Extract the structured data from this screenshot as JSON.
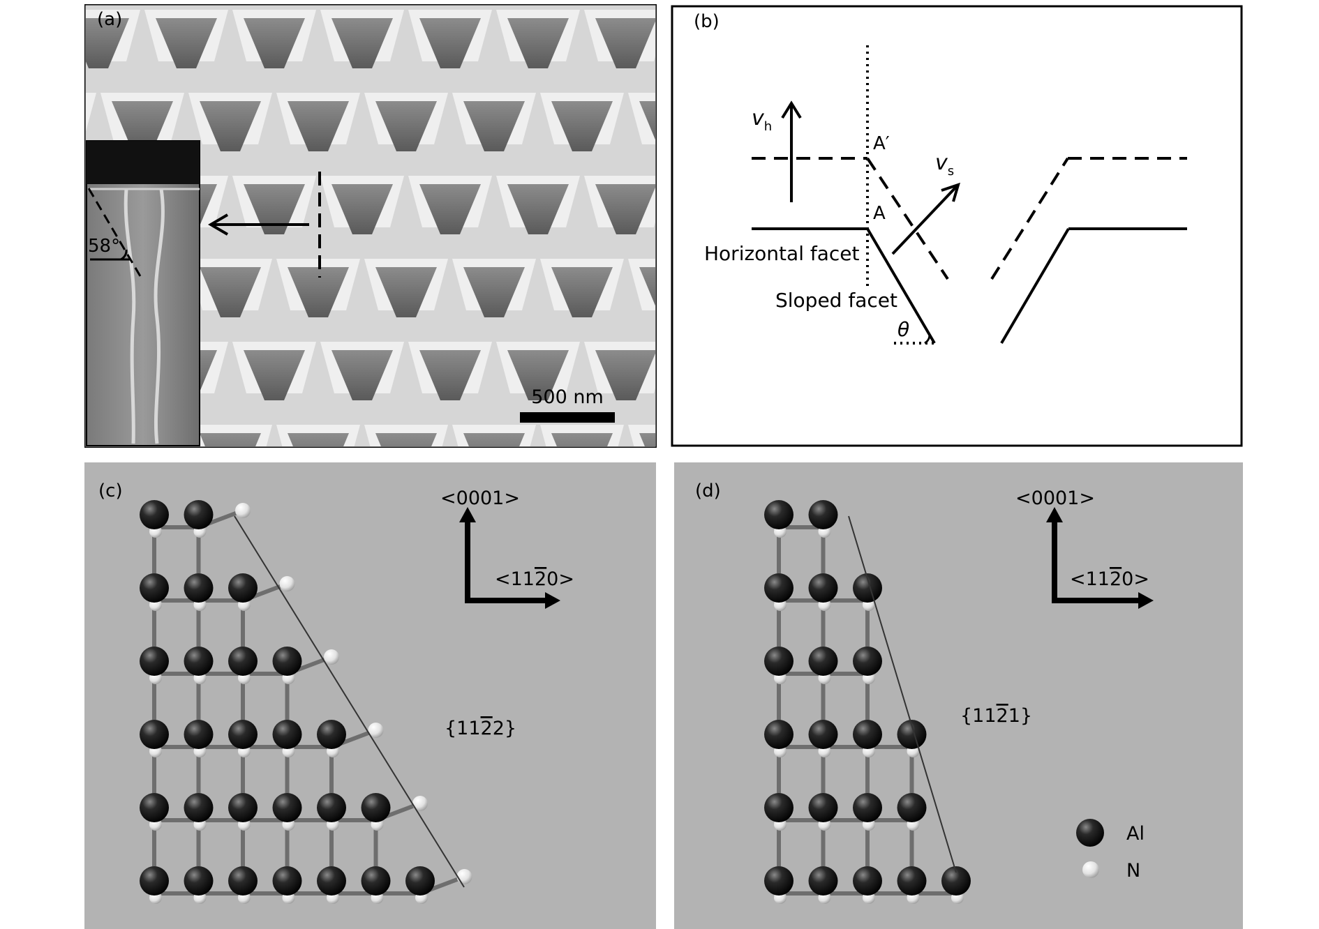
{
  "panels": {
    "a": {
      "label": "(a)",
      "angle_label": "58°",
      "scale_bar_label": "500 nm"
    },
    "b": {
      "label": "(b)",
      "vh_base": "v",
      "vh_sub": "h",
      "vs_base": "v",
      "vs_sub": "s",
      "a_prime": "A′",
      "a_point": "A",
      "horizontal_facet": "Horizontal facet",
      "sloped_facet": "Sloped facet",
      "theta": "θ"
    },
    "c": {
      "label": "(c)",
      "axis_up": "<0001>",
      "axis_right_pre": "<11",
      "axis_right_bar": "2",
      "axis_right_post": "0>",
      "plane_pre": "{11",
      "plane_bar": "2",
      "plane_post": "2}"
    },
    "d": {
      "label": "(d)",
      "axis_up": "<0001>",
      "axis_right_pre": "<11",
      "axis_right_bar": "2",
      "axis_right_post": "0>",
      "plane_pre": "{11",
      "plane_bar": "2",
      "plane_post": "1}",
      "legend_al": "Al",
      "legend_n": "N"
    }
  },
  "colors": {
    "sem_background": "#bdbdbd",
    "atom_panel_background": "#b3b3b3",
    "al_atom": "#1a1a1a",
    "n_atom": "#f2f2f2"
  }
}
